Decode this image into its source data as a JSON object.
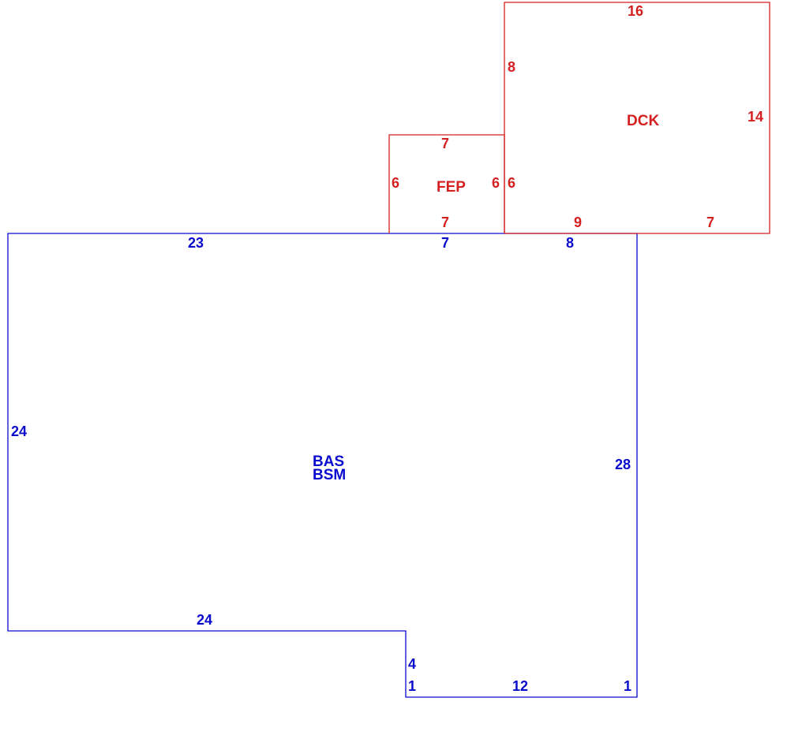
{
  "colors": {
    "main_structure": "#0a0acd",
    "additions": "#d42020",
    "background": "#ffffff"
  },
  "areas": {
    "bas": {
      "code": "BAS",
      "color": "#0a0acd"
    },
    "bsm": {
      "code": "BSM",
      "color": "#0a0acd"
    },
    "fep": {
      "code": "FEP",
      "color": "#d42020"
    },
    "dck": {
      "code": "DCK",
      "color": "#d42020"
    }
  },
  "dimensions": {
    "bas_top_left": "23",
    "bas_top_mid": "7",
    "bas_top_right": "8",
    "bas_left": "24",
    "bas_right": "28",
    "bas_bottom_left": "24",
    "bas_notch_vertical": "4",
    "bas_notch_bottom_left": "1",
    "bas_bottom_right": "12",
    "bas_bottom_corner": "1",
    "fep_top": "7",
    "fep_left": "6",
    "fep_right": "6",
    "fep_bottom": "7",
    "dck_top": "16",
    "dck_left_upper": "8",
    "dck_left_lower": "6",
    "dck_right": "14",
    "dck_bottom_left": "9",
    "dck_bottom_right": "7"
  }
}
